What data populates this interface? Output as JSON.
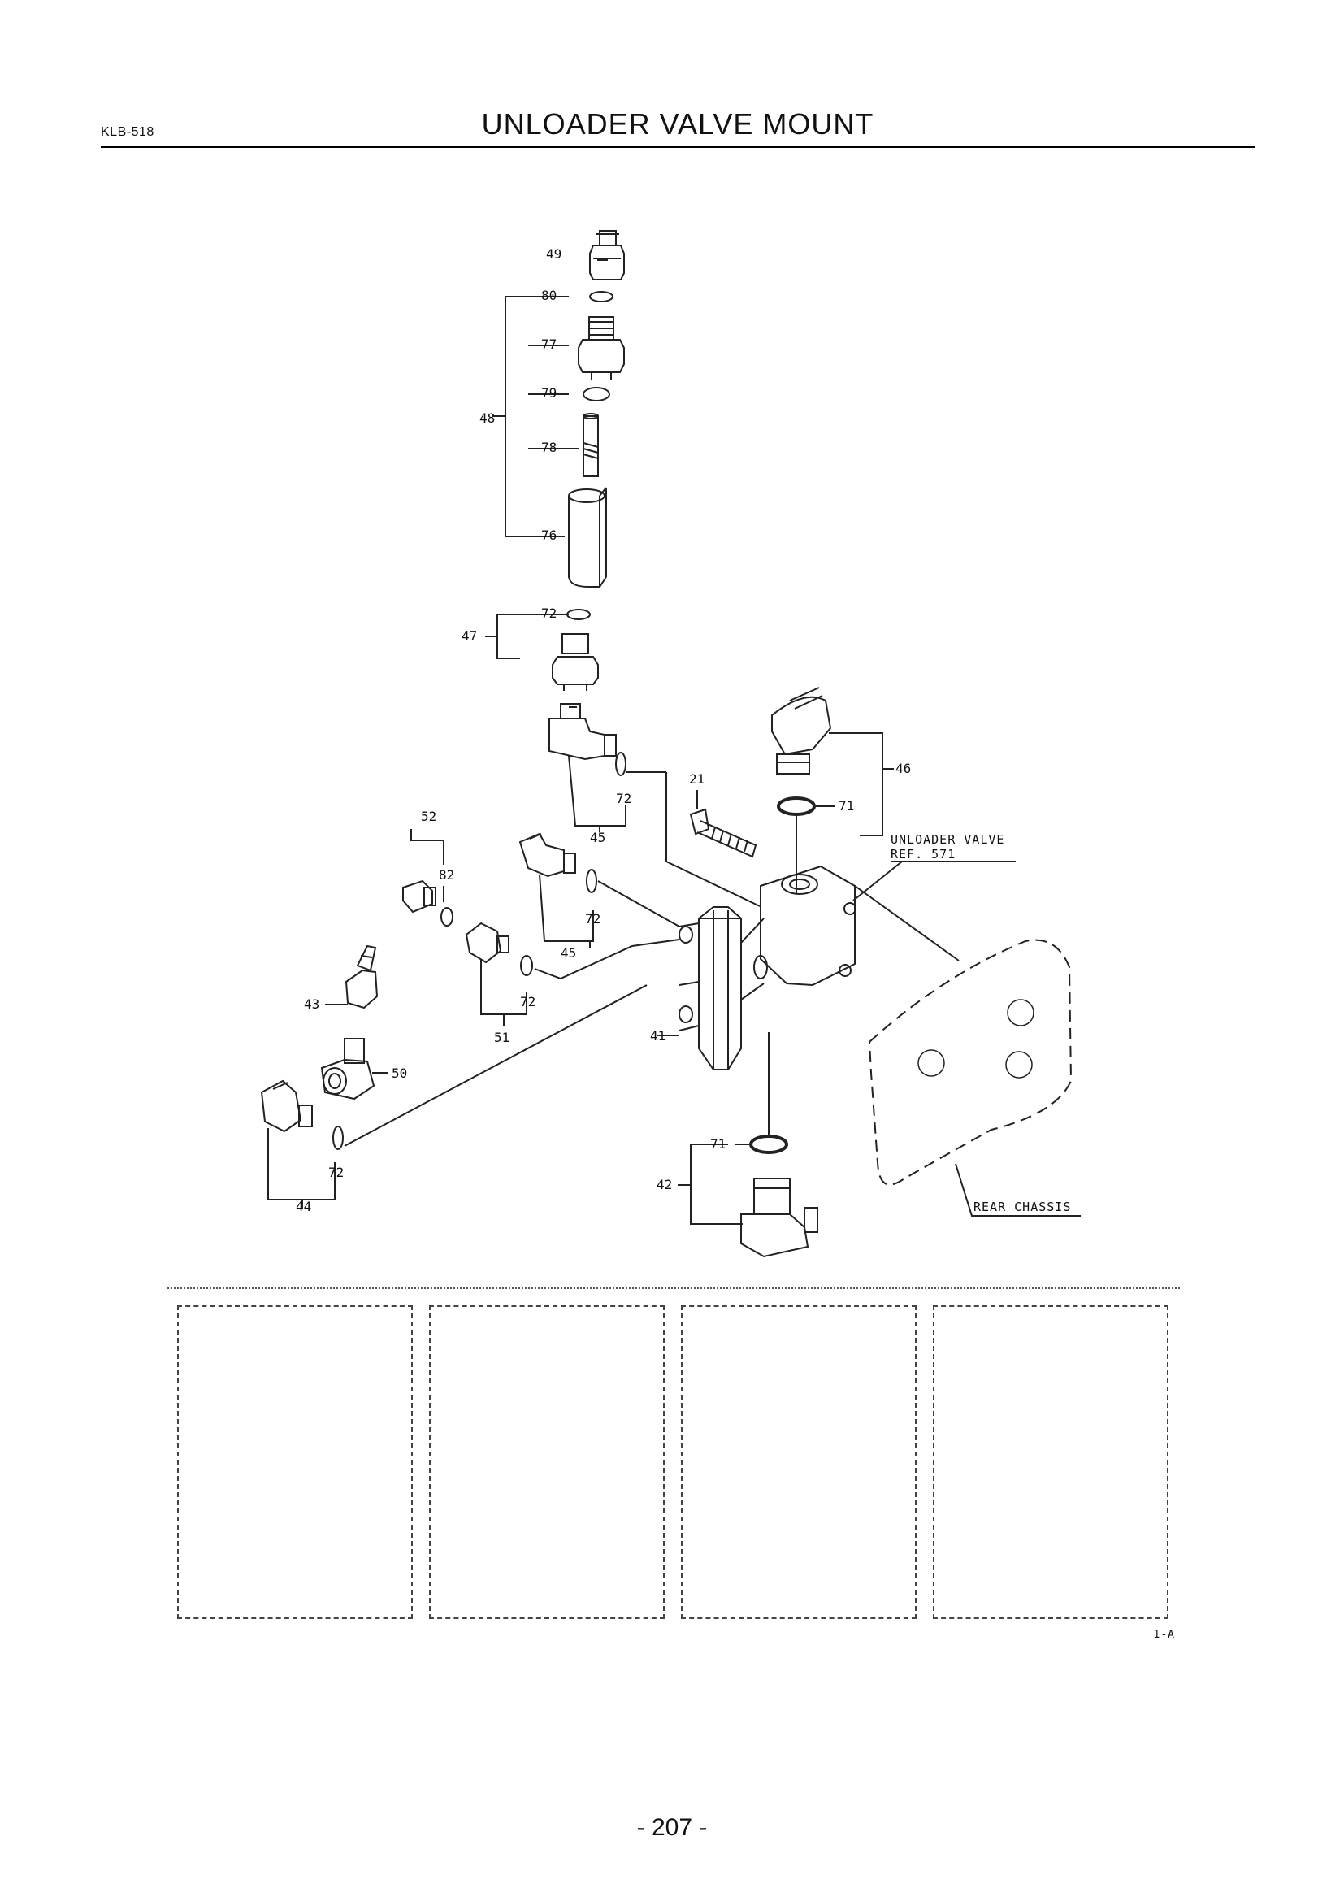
{
  "header": {
    "doc_code": "KLB-518",
    "title": "UNLOADER VALVE MOUNT"
  },
  "part_labels": [
    "49",
    "80",
    "77",
    "79",
    "48",
    "78",
    "76",
    "72",
    "47",
    "21",
    "46",
    "71",
    "45",
    "52",
    "82",
    "41",
    "43",
    "51",
    "50",
    "44",
    "42"
  ],
  "callouts": {
    "unloader_valve_line1": "UNLOADER VALVE",
    "unloader_valve_line2": "REF. 571",
    "rear_chassis": "REAR CHASSIS"
  },
  "footer": {
    "ref_code": "1-A",
    "page_number": "- 207 -"
  }
}
